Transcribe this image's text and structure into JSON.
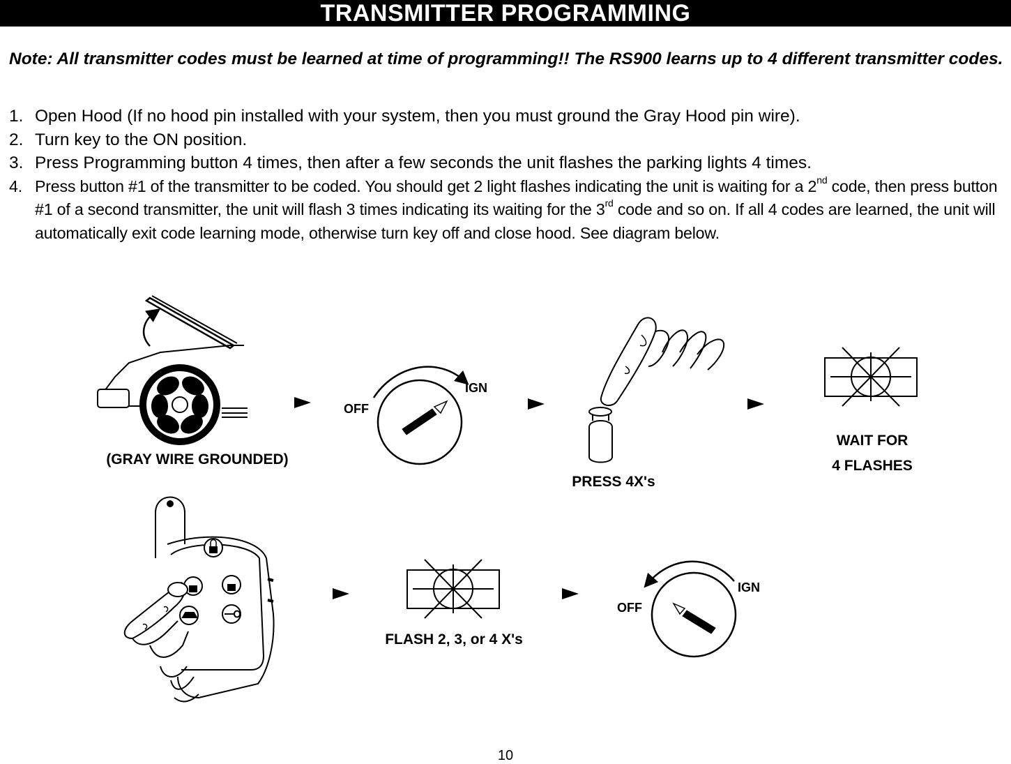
{
  "header": {
    "title": "TRANSMITTER PROGRAMMING"
  },
  "note": "Note:  All transmitter codes must be learned at time of programming!!  The RS900 learns up to 4 different transmitter codes.",
  "steps": [
    {
      "num": "1.",
      "text": "Open Hood (If no hood pin installed with your system, then you must ground the Gray Hood pin wire)."
    },
    {
      "num": "2.",
      "text": "Turn key to the ON position."
    },
    {
      "num": "3.",
      "text": "Press Programming button 4 times, then after a few seconds the unit flashes the parking lights 4 times."
    },
    {
      "num": "4.",
      "text_a": "Press button #1 of the transmitter to be coded.  You should get 2 light flashes indicating the unit is waiting for a 2",
      "sup_a": "nd",
      "text_b": " code, then press button #1 of a second transmitter, the unit will flash 3 times indicating its waiting for the 3",
      "sup_b": "rd",
      "text_c": " code and so on.  If all 4 codes are learned, the unit will automatically exit code learning mode, otherwise turn key off and close hood.  See diagram below."
    }
  ],
  "diagram": {
    "hood_caption": "(GRAY WIRE GROUNDED)",
    "switch1": {
      "off_label": "OFF",
      "ign_label": "IGN"
    },
    "press_caption": "PRESS 4X's",
    "wait_caption_line1": "WAIT FOR",
    "wait_caption_line2": "4 FLASHES",
    "flash_caption": "FLASH 2, 3, or 4 X's",
    "switch2": {
      "off_label": "OFF",
      "ign_label": "IGN"
    }
  },
  "footer": {
    "page_number": "10"
  }
}
